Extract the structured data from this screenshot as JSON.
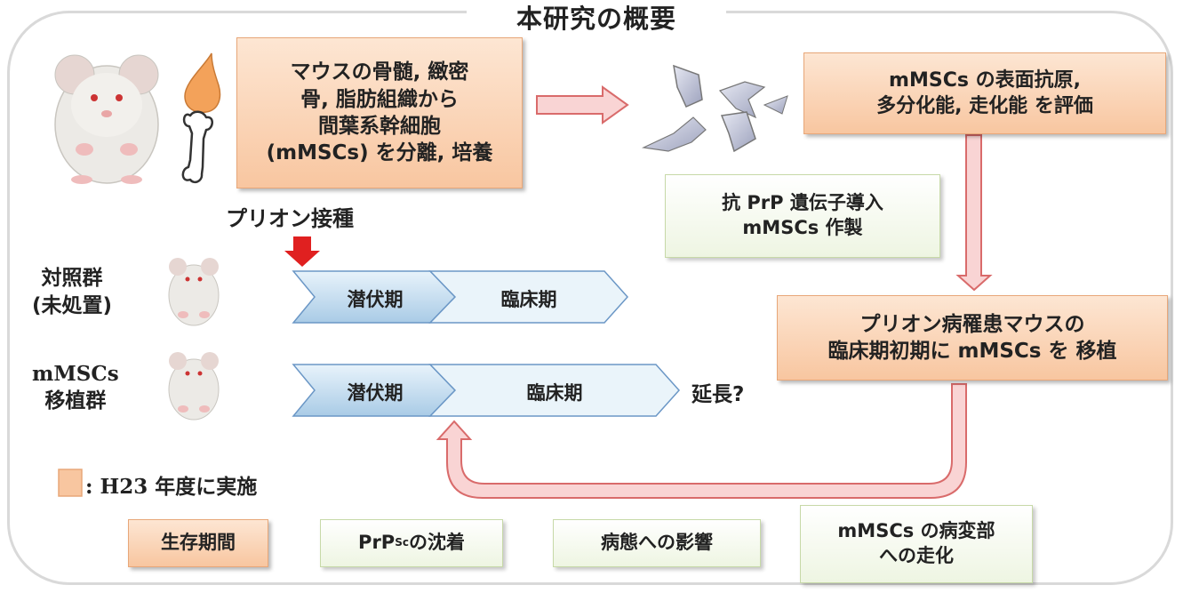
{
  "title": "本研究の概要",
  "boxes": {
    "isolation": "マウスの骨髄, 緻密\n骨, 脂肪組織から\n間葉系幹細胞\n(mMSCs) を分離, 培養",
    "evaluate": "mMSCs の表面抗原,\n多分化能, 走化能 を評価",
    "anti_prp": "抗 PrP 遺伝子導入\nmMSCs 作製",
    "transplant": "プリオン病罹患マウスの\n臨床期初期に mMSCs を 移植",
    "survival": "生存期間",
    "prpsc_base": "PrP",
    "prpsc_sup": "Sc",
    "prpsc_rest": " の沈着",
    "pathology": "病態への影響",
    "chemotaxis": "mMSCs の病変部\nへの走化"
  },
  "labels": {
    "inoculation": "プリオン接種",
    "control": "対照群\n(未処置)",
    "treated": "mMSCs\n移植群",
    "extension": "延長?",
    "legend": ": H23 年度に実施"
  },
  "timeline": {
    "latent": "潜伏期",
    "clinical": "臨床期"
  },
  "colors": {
    "orange_box": "#f8c6a0",
    "green_box": "#eef5e2",
    "pink_arrow": "#f4c4c8",
    "red_arrow": "#e02020",
    "timeline_blue": "#c8dff0"
  }
}
